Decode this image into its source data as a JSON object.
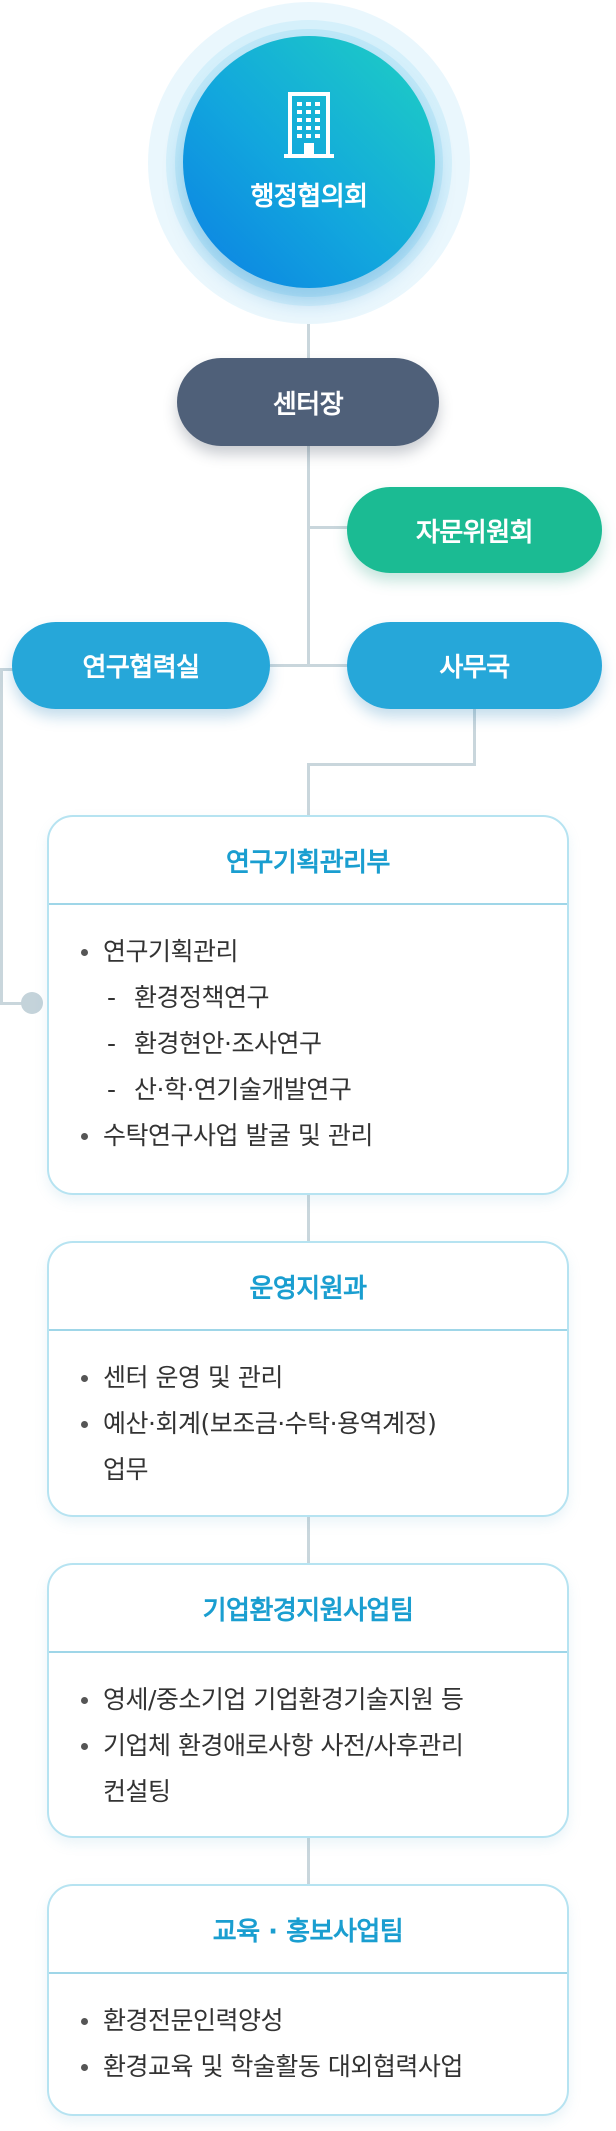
{
  "top": {
    "title": "행정협의회",
    "icon": "building-icon"
  },
  "director": {
    "label": "센터장"
  },
  "advisory": {
    "label": "자문위원회"
  },
  "research_office": {
    "label": "연구협력실"
  },
  "secretariat": {
    "label": "사무국"
  },
  "colors": {
    "dark": "#4f6079",
    "green": "#1bbb93",
    "blue": "#26a7d9",
    "line": "#c9d6dc",
    "heading": "#1a9ed0"
  },
  "departments": [
    {
      "title": "연구기획관리부",
      "items": [
        {
          "type": "bullet",
          "text": "연구기획관리"
        },
        {
          "type": "sub",
          "dash": "-",
          "text": "환경정책연구"
        },
        {
          "type": "sub",
          "dash": "-",
          "text": "환경현안·조사연구"
        },
        {
          "type": "sub",
          "dash": "-",
          "text": "산·학·연기술개발연구"
        },
        {
          "type": "bullet",
          "text": "수탁연구사업 발굴 및 관리"
        }
      ]
    },
    {
      "title": "운영지원과",
      "items": [
        {
          "type": "bullet",
          "text": "센터 운영 및 관리"
        },
        {
          "type": "bullet",
          "text": "예산·회계(보조금·수탁·용역계정)"
        },
        {
          "type": "cont",
          "text": "업무"
        }
      ]
    },
    {
      "title": "기업환경지원사업팀",
      "items": [
        {
          "type": "bullet",
          "text": "영세/중소기업 기업환경기술지원 등"
        },
        {
          "type": "bullet",
          "text": "기업체 환경애로사항 사전/사후관리"
        },
        {
          "type": "cont",
          "text": "컨설팅"
        }
      ]
    },
    {
      "title": "교육 · 홍보사업팀",
      "items": [
        {
          "type": "bullet",
          "text": "환경전문인력양성"
        },
        {
          "type": "bullet",
          "text": "환경교육 및 학술활동 대외협력사업"
        }
      ]
    }
  ]
}
